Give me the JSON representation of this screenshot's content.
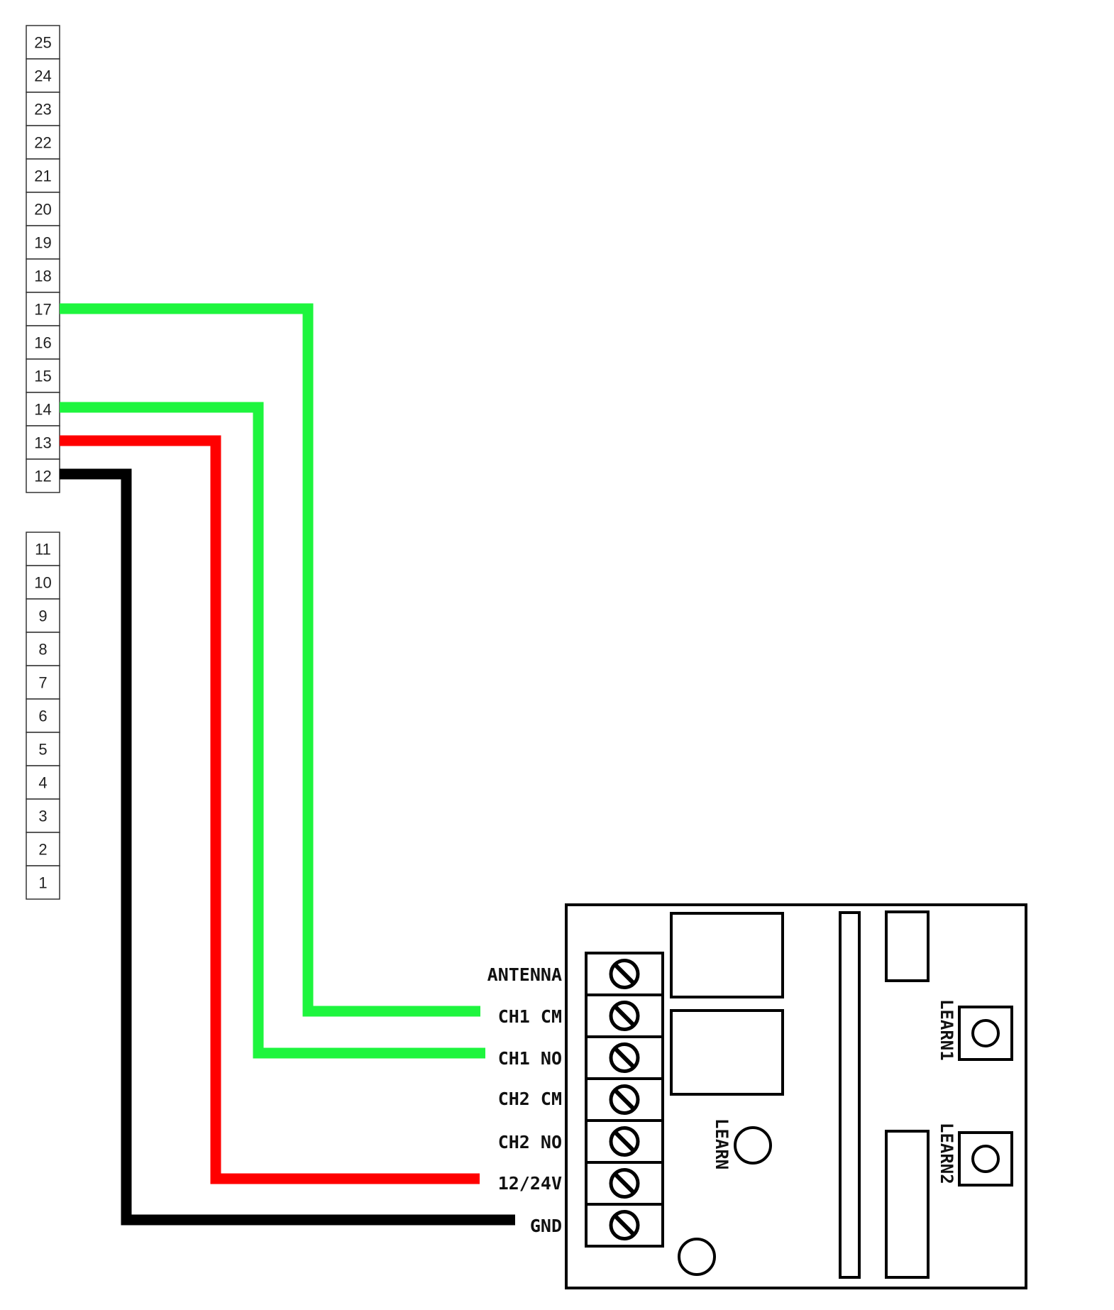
{
  "pins_upper": [
    "25",
    "24",
    "23",
    "22",
    "21",
    "20",
    "19",
    "18",
    "17",
    "16",
    "15",
    "14",
    "13",
    "12"
  ],
  "pins_lower": [
    "11",
    "10",
    "9",
    "8",
    "7",
    "6",
    "5",
    "4",
    "3",
    "2",
    "1"
  ],
  "terminals": [
    "ANTENNA",
    "CH1 CM",
    "CH1 NO",
    "CH2 CM",
    "CH2 NO",
    "12/24V",
    "GND"
  ],
  "buttons": {
    "learn": "LEARN",
    "learn1": "LEARN1",
    "learn2": "LEARN2"
  },
  "wire_colors": {
    "green": "#1ef53e",
    "red": "#ff0000",
    "black": "#000000"
  }
}
